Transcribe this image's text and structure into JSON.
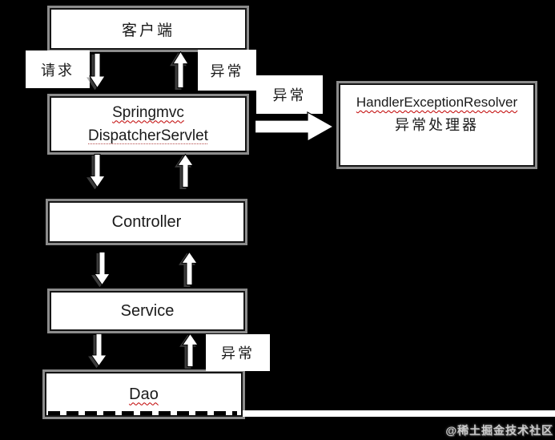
{
  "boxes": {
    "client": {
      "label": "客户端"
    },
    "dispatcher": {
      "line1": "Springmvc",
      "line2": "DispatcherServlet"
    },
    "resolver": {
      "line1": "HandlerExceptionResolver",
      "line2": "异常处理器"
    },
    "controller": {
      "label": "Controller"
    },
    "service": {
      "label": "Service"
    },
    "dao": {
      "label": "Dao"
    }
  },
  "labels": {
    "request": "请求",
    "exception_top": "异常",
    "exception_mid": "异常",
    "exception_bottom": "异常"
  },
  "watermark": {
    "text": "@稀土掘金技术社区"
  },
  "icons": {
    "down_arrow": "down-block-arrow",
    "up_arrow": "up-block-arrow",
    "right_arrow": "right-block-arrow"
  },
  "colors": {
    "background": "#000000",
    "box_fill": "#ffffff",
    "box_border": "#141414",
    "box_outline_shadow": "#8c8c8c",
    "spellcheck_underline": "#c00000",
    "watermark_text": "#c9c9c9"
  }
}
